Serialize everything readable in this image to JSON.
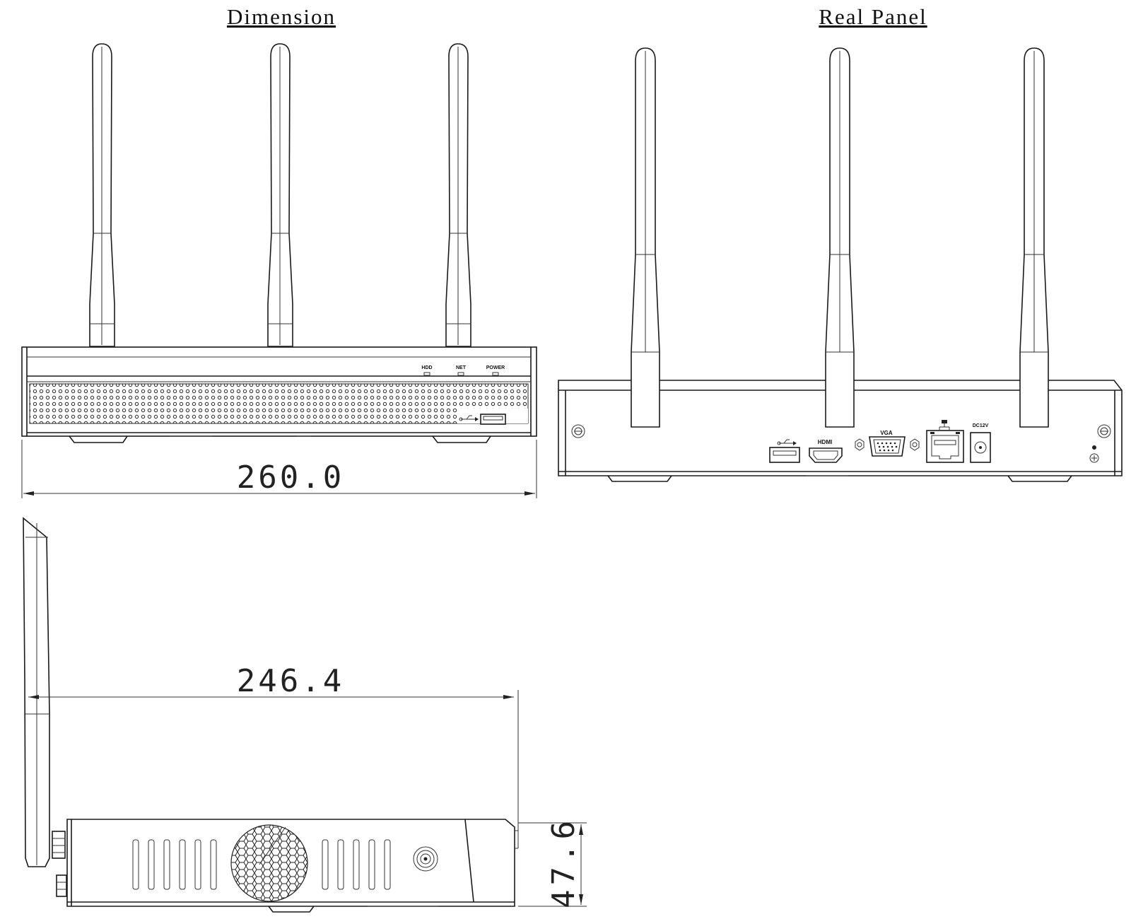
{
  "titles": {
    "left": "Dimension",
    "right": "Real Panel"
  },
  "dimensions": {
    "front_width": "260.0",
    "side_depth": "246.4",
    "side_height": "47.6"
  },
  "front_panel": {
    "led_labels": [
      "HDD",
      "NET",
      "POWER"
    ],
    "usb_symbol": "usb-icon"
  },
  "rear_panel": {
    "port_labels": {
      "hdmi": "HDMI",
      "vga": "VGA",
      "power": "DC12V"
    },
    "icons": [
      "usb-icon",
      "hdmi-port-icon",
      "vga-port-icon",
      "network-port-icon",
      "power-jack-icon",
      "ground-icon"
    ]
  },
  "colors": {
    "line": "#1a1a1a",
    "background": "#ffffff"
  }
}
